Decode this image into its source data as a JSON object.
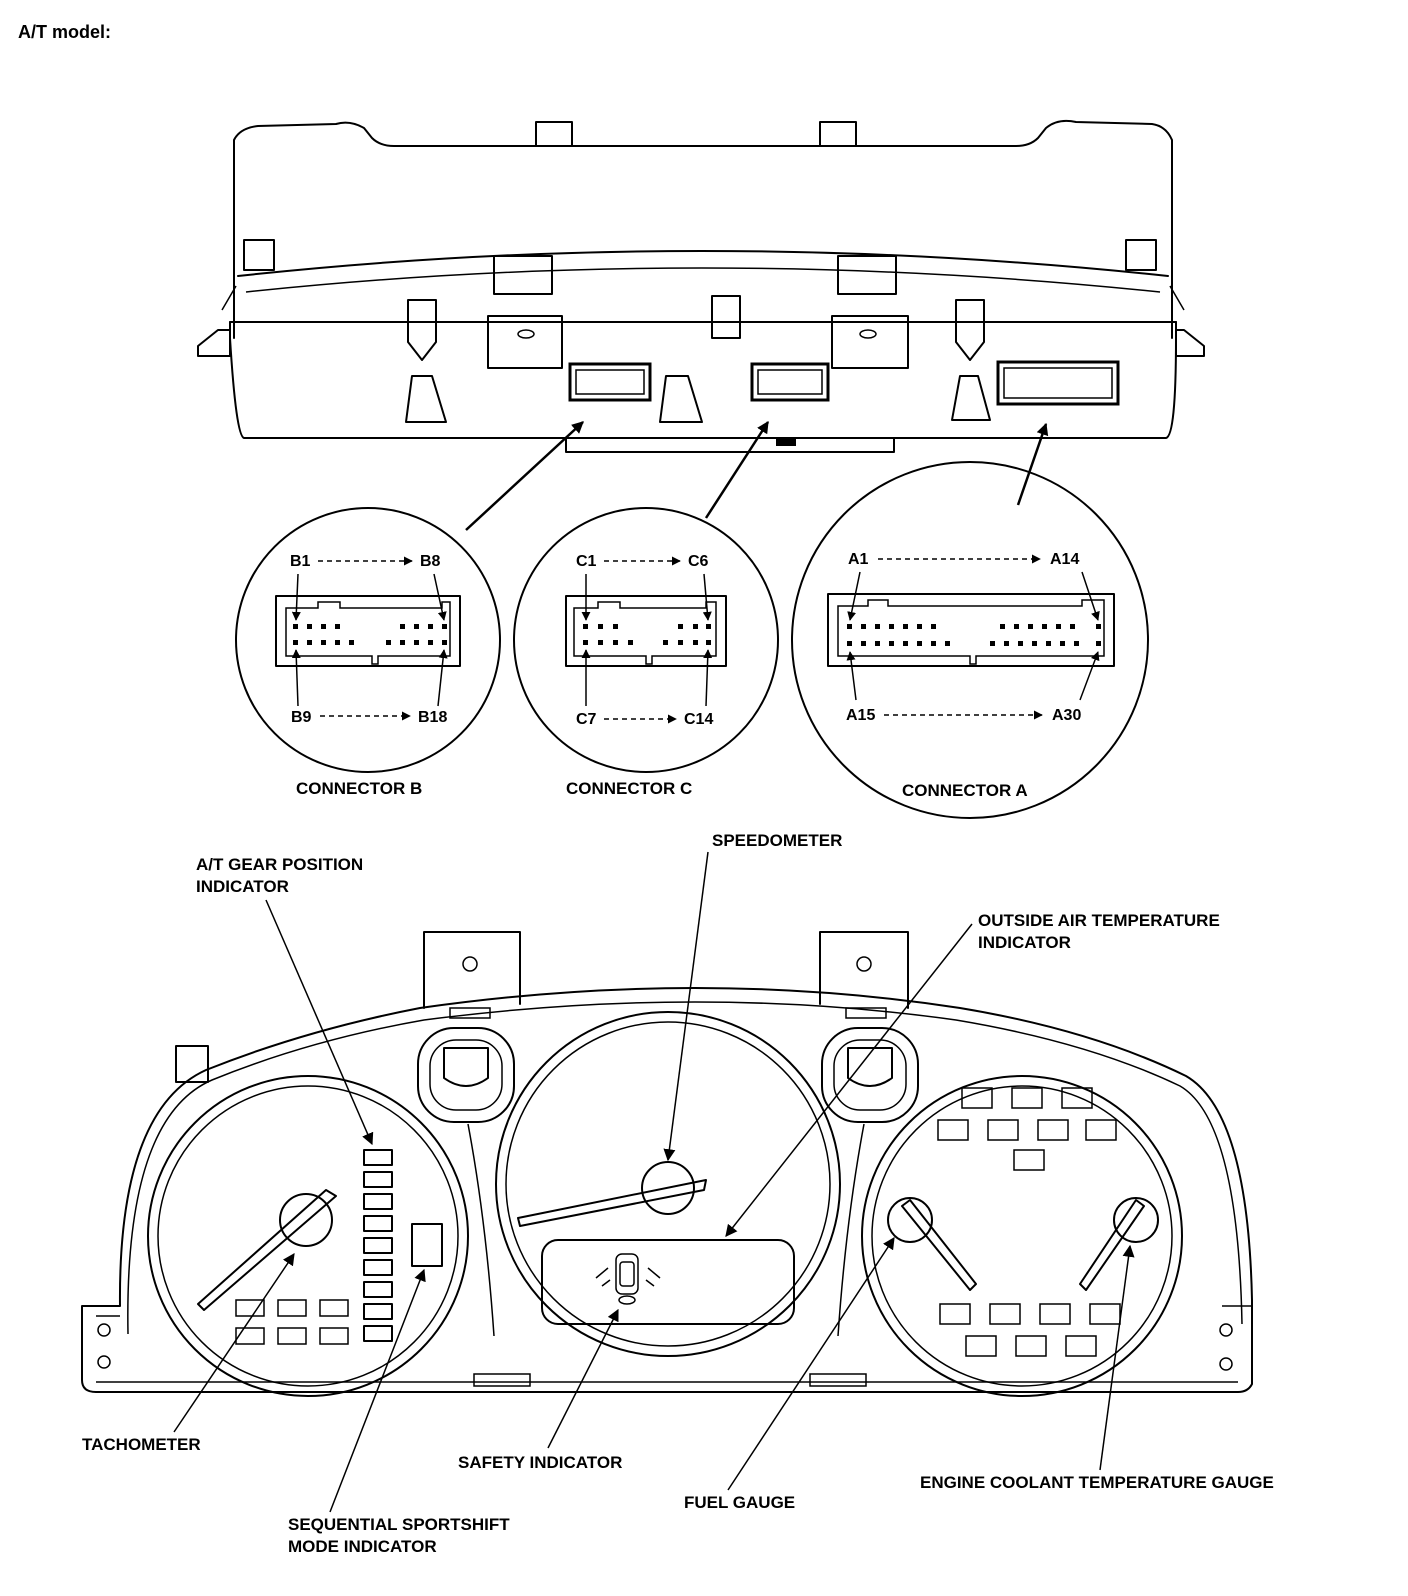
{
  "title": "A/T model:",
  "connectors": {
    "b": {
      "name": "CONNECTOR B",
      "top_start": "B1",
      "top_end": "B8",
      "bottom_start": "B9",
      "bottom_end": "B18"
    },
    "c": {
      "name": "CONNECTOR C",
      "top_start": "C1",
      "top_end": "C6",
      "bottom_start": "C7",
      "bottom_end": "C14"
    },
    "a": {
      "name": "CONNECTOR A",
      "top_start": "A1",
      "top_end": "A14",
      "bottom_start": "A15",
      "bottom_end": "A30"
    }
  },
  "callouts": {
    "at_gear_line1": "A/T GEAR POSITION",
    "at_gear_line2": "INDICATOR",
    "speedometer": "SPEEDOMETER",
    "outside_air_line1": "OUTSIDE AIR TEMPERATURE",
    "outside_air_line2": "INDICATOR",
    "tachometer": "TACHOMETER",
    "safety": "SAFETY INDICATOR",
    "fuel": "FUEL GAUGE",
    "coolant": "ENGINE COOLANT TEMPERATURE GAUGE",
    "sportshift_line1": "SEQUENTIAL SPORTSHIFT",
    "sportshift_line2": "MODE INDICATOR"
  }
}
